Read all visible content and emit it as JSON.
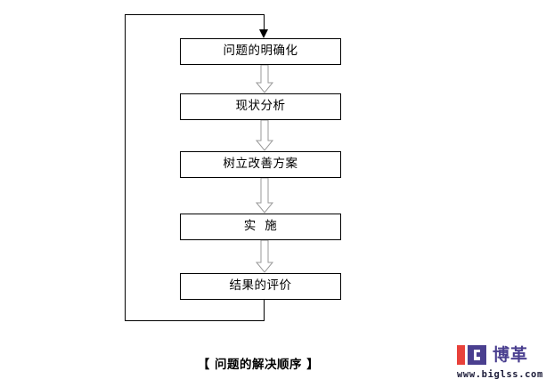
{
  "diagram": {
    "caption": "【 问题的解决顺序 】",
    "steps": [
      {
        "id": "step-1",
        "label": "问题的明确化"
      },
      {
        "id": "step-2",
        "label": "现状分析"
      },
      {
        "id": "step-3",
        "label": "树立改善方案"
      },
      {
        "id": "step-4",
        "label": "实  施"
      },
      {
        "id": "step-5",
        "label": "结果的评价"
      }
    ],
    "connectors": [
      {
        "id": "connector-1",
        "type": "block-arrow-down",
        "from": "step-1",
        "to": "step-2"
      },
      {
        "id": "connector-2",
        "type": "block-arrow-down",
        "from": "step-2",
        "to": "step-3"
      },
      {
        "id": "connector-3",
        "type": "block-arrow-down",
        "from": "step-3",
        "to": "step-4"
      },
      {
        "id": "connector-4",
        "type": "block-arrow-down",
        "from": "step-4",
        "to": "step-5"
      }
    ],
    "feedback_loop": {
      "id": "feedback-loop",
      "from": "step-5",
      "to": "step-1",
      "arrowhead": "solid-triangle-down"
    },
    "colors": {
      "box_border": "#000000",
      "box_fill": "#ffffff",
      "text": "#000000",
      "arrow_outline": "#808080",
      "arrow_fill": "#ffffff",
      "line": "#000000",
      "background": "#ffffff"
    }
  },
  "logo": {
    "brand_cn": "博革",
    "url": "www.biglss.com",
    "mark_red": "#E8413A",
    "mark_purple": "#4A3F8F"
  }
}
